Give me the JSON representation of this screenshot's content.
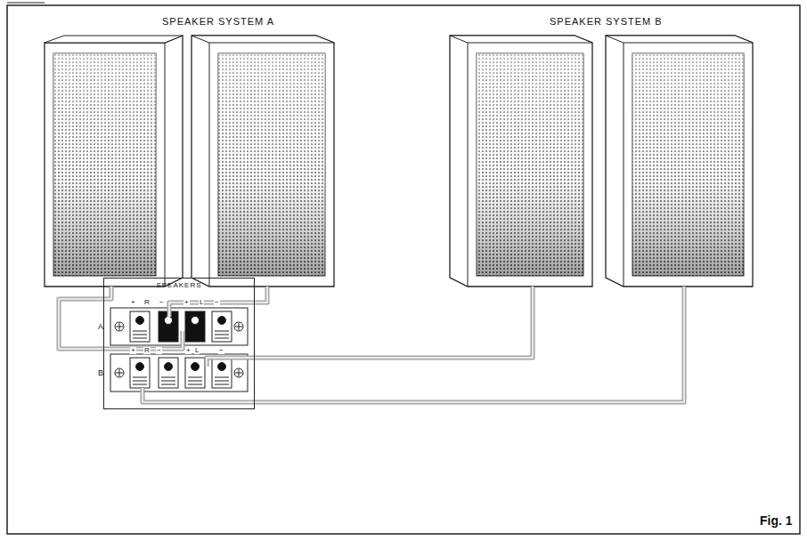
{
  "diagram": {
    "caption": "Fig. 1",
    "nodes": [
      {
        "text": [
          "SPEAKERS"
        ]
      }
    ],
    "labels": [
      "SPEAKER SYSTEM A",
      "SPEAKER SYSTEM B",
      "A",
      "B",
      "+",
      "R",
      "−",
      "+",
      "L",
      "−",
      "+",
      "R",
      "−",
      "+",
      "L",
      "−"
    ]
  }
}
